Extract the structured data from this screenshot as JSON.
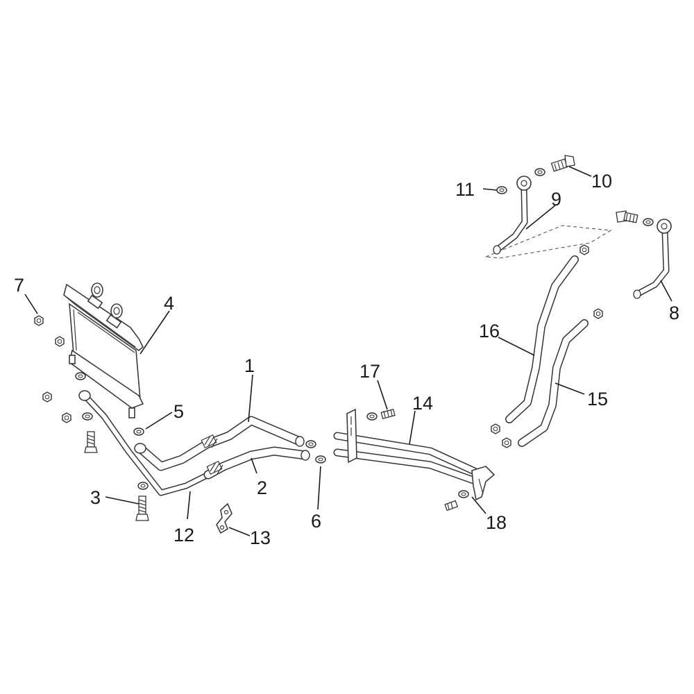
{
  "diagram": {
    "labels": [
      "1",
      "2",
      "3",
      "4",
      "5",
      "6",
      "7",
      "8",
      "9",
      "10",
      "11",
      "12",
      "13",
      "14",
      "15",
      "16",
      "17",
      "18"
    ]
  }
}
